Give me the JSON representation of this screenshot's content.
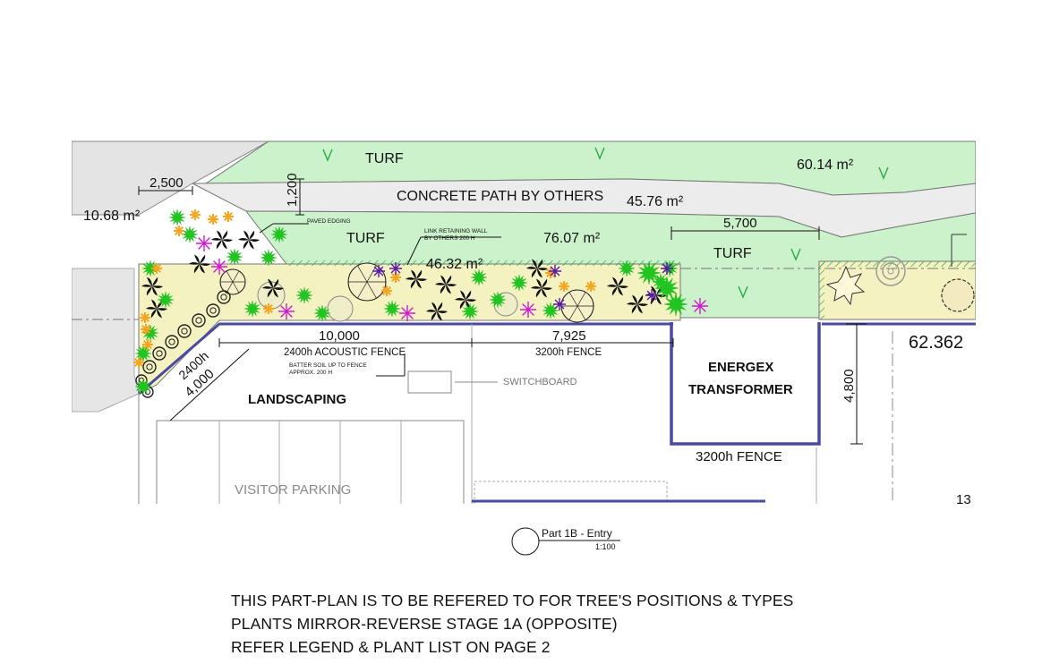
{
  "areas": {
    "turf_top": "TURF",
    "turf_top_area": "60.14 m²",
    "path_label": "CONCRETE PATH BY OTHERS",
    "path_area": "45.76 m²",
    "left_area": "10.68 m²",
    "turf_mid": "TURF",
    "turf_mid_area": "76.07 m²",
    "turf_right": "TURF",
    "bed_area": "46.32 m²",
    "right_area": "62.362"
  },
  "dimensions": {
    "d2500": "2,500",
    "d1200": "1,200",
    "d5700": "5,700",
    "d10000": "10,000",
    "d7925": "7,925",
    "d4000": "4,000",
    "d2400h": "2400h",
    "d4800": "4,800"
  },
  "callouts": {
    "paved_edging": "PAVED EDGING",
    "link_wall_1": "LINK RETAINING WALL",
    "link_wall_2": "BY OTHERS 200 H",
    "acoustic_fence": "2400h ACOUSTIC FENCE",
    "batter_1": "BATTER SOIL UP TO FENCE",
    "batter_2": "APPROX. 200 H",
    "fence_3200_top": "3200h  FENCE",
    "switchboard": "SWITCHBOARD",
    "energex_1": "ENERGEX",
    "energex_2": "TRANSFORMER",
    "fence_3200_bottom": "3200h  FENCE",
    "landscaping": "LANDSCAPING",
    "visitor_parking": "VISITOR PARKING",
    "lot_number": "13"
  },
  "plan_ref": {
    "title": "Part 1B - Entry",
    "scale": "1:100"
  },
  "notes": [
    "THIS PART-PLAN IS TO BE REFERED TO FOR TREE'S POSITIONS & TYPES",
    "PLANTS MIRROR-REVERSE STAGE 1A (OPPOSITE)",
    "REFER LEGEND & PLANT LIST ON PAGE 2"
  ],
  "colors": {
    "turf": "#ccf2cc",
    "path": "#e6e6e6",
    "garden_bed": "#f5f2c2",
    "fence": "#4a4aa0",
    "plant_green": "#22c422",
    "plant_orange": "#f5a623",
    "plant_magenta": "#d21ad2",
    "plant_purple": "#5a1aa8"
  }
}
